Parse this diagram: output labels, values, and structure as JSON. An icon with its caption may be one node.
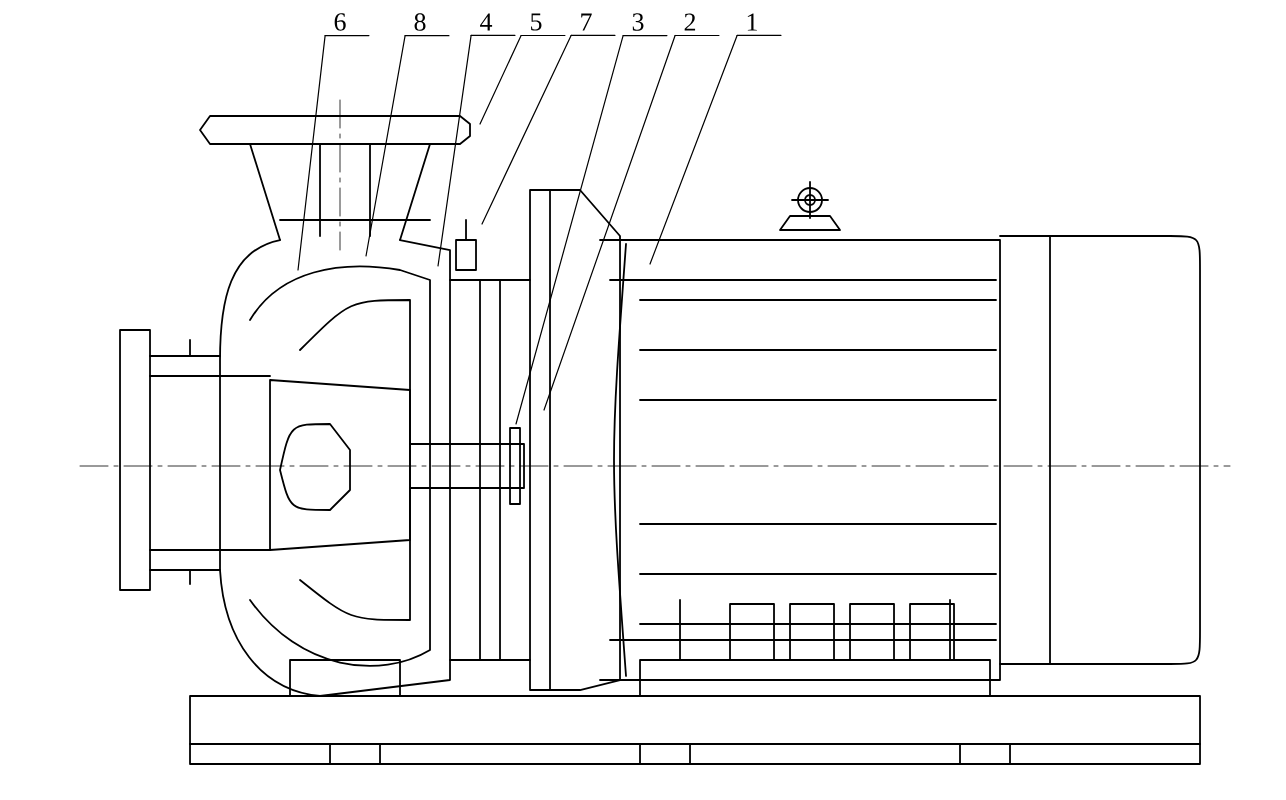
{
  "diagram": {
    "nodes": [
      {
        "text": [
          "6"
        ]
      },
      {
        "text": [
          "8"
        ]
      },
      {
        "text": [
          "4"
        ]
      },
      {
        "text": [
          "5"
        ]
      },
      {
        "text": [
          "7"
        ]
      },
      {
        "text": [
          "3"
        ]
      },
      {
        "text": [
          "2"
        ]
      },
      {
        "text": [
          "1"
        ]
      }
    ],
    "edges": [
      {
        "from": 0,
        "to": null,
        "arrow": "none"
      },
      {
        "from": 1,
        "to": null,
        "arrow": "none"
      },
      {
        "from": 2,
        "to": null,
        "arrow": "none"
      },
      {
        "from": 3,
        "to": null,
        "arrow": "none"
      },
      {
        "from": 4,
        "to": null,
        "arrow": "none"
      },
      {
        "from": 5,
        "to": null,
        "arrow": "none"
      },
      {
        "from": 6,
        "to": null,
        "arrow": "none"
      },
      {
        "from": 7,
        "to": null,
        "arrow": "none"
      }
    ]
  }
}
